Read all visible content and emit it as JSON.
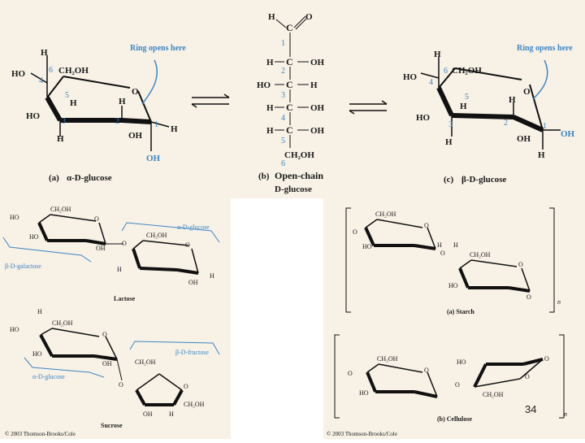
{
  "slide_number": "34",
  "top": {
    "alpha": {
      "ring_atoms": [
        "H",
        "HO",
        "6",
        "CH₂OH",
        "4",
        "5",
        "H",
        "O",
        "H",
        "HO",
        "3",
        "2",
        "1",
        "H",
        "H",
        "OH",
        "OH"
      ],
      "annotation": "Ring opens here",
      "caption_letter": "(a)",
      "caption": "α-D-glucose"
    },
    "open_chain": {
      "top_atoms": [
        "H",
        "O",
        "C"
      ],
      "carbons": [
        "C",
        "C",
        "C",
        "C",
        "C"
      ],
      "left_groups": [
        "H",
        "HO",
        "H",
        "H"
      ],
      "right_groups": [
        "OH",
        "H",
        "OH",
        "OH"
      ],
      "numbers": [
        "1",
        "2",
        "3",
        "4",
        "5",
        "6"
      ],
      "bottom_group": "CH₂OH",
      "left_h5": "H",
      "right_oh5": "OH",
      "caption_letter": "(b)",
      "caption_line1": "Open-chain",
      "caption_line2": "D-glucose"
    },
    "beta": {
      "annotation": "Ring opens here",
      "caption_letter": "(c)",
      "caption": "β-D-glucose"
    }
  },
  "lactose": {
    "label_left": "β-D-galactose",
    "label_right": "α-D-glucose",
    "name": "Lactose"
  },
  "sucrose": {
    "label_left": "α-D-glucose",
    "label_right": "β-D-fructose",
    "name": "Sucrose"
  },
  "starch": {
    "name": "(a) Starch",
    "subscript": "n"
  },
  "cellulose": {
    "name": "(b) Cellulose",
    "subscript": "n"
  },
  "copyright": "© 2003 Thomson-Brooks/Cole"
}
